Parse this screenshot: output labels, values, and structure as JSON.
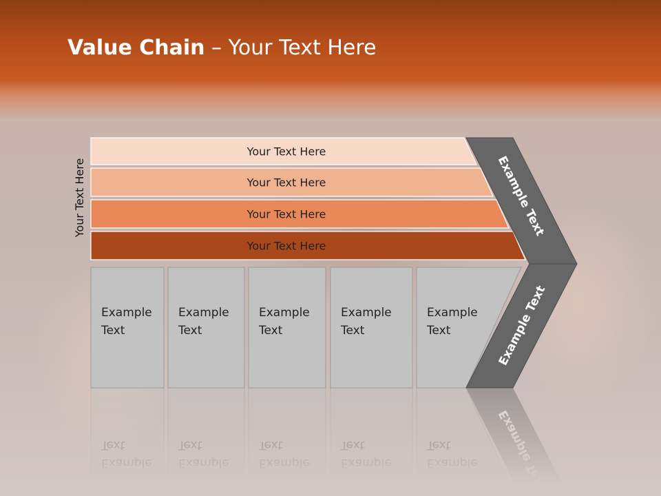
{
  "title": {
    "bold": "Value Chain",
    "rest": " – Your Text Here"
  },
  "side_label": "Your Text Here",
  "bars": [
    {
      "label": "Your Text Here",
      "color": "#f8d9c8"
    },
    {
      "label": "Your Text Here",
      "color": "#f0b391"
    },
    {
      "label": "Your Text Here",
      "color": "#e9895a"
    },
    {
      "label": "Your Text Here",
      "color": "#a9481b"
    }
  ],
  "boxes": [
    {
      "line1": "Example",
      "line2": "Text"
    },
    {
      "line1": "Example",
      "line2": "Text"
    },
    {
      "line1": "Example",
      "line2": "Text"
    },
    {
      "line1": "Example",
      "line2": "Text"
    },
    {
      "line1": "Example",
      "line2": "Text"
    }
  ],
  "chevron": {
    "upper_text": "Example Text",
    "lower_text": "Example Text",
    "color": "#666666"
  },
  "colors": {
    "box_fill": "#c2c2c2",
    "accent": "#c65a22"
  }
}
